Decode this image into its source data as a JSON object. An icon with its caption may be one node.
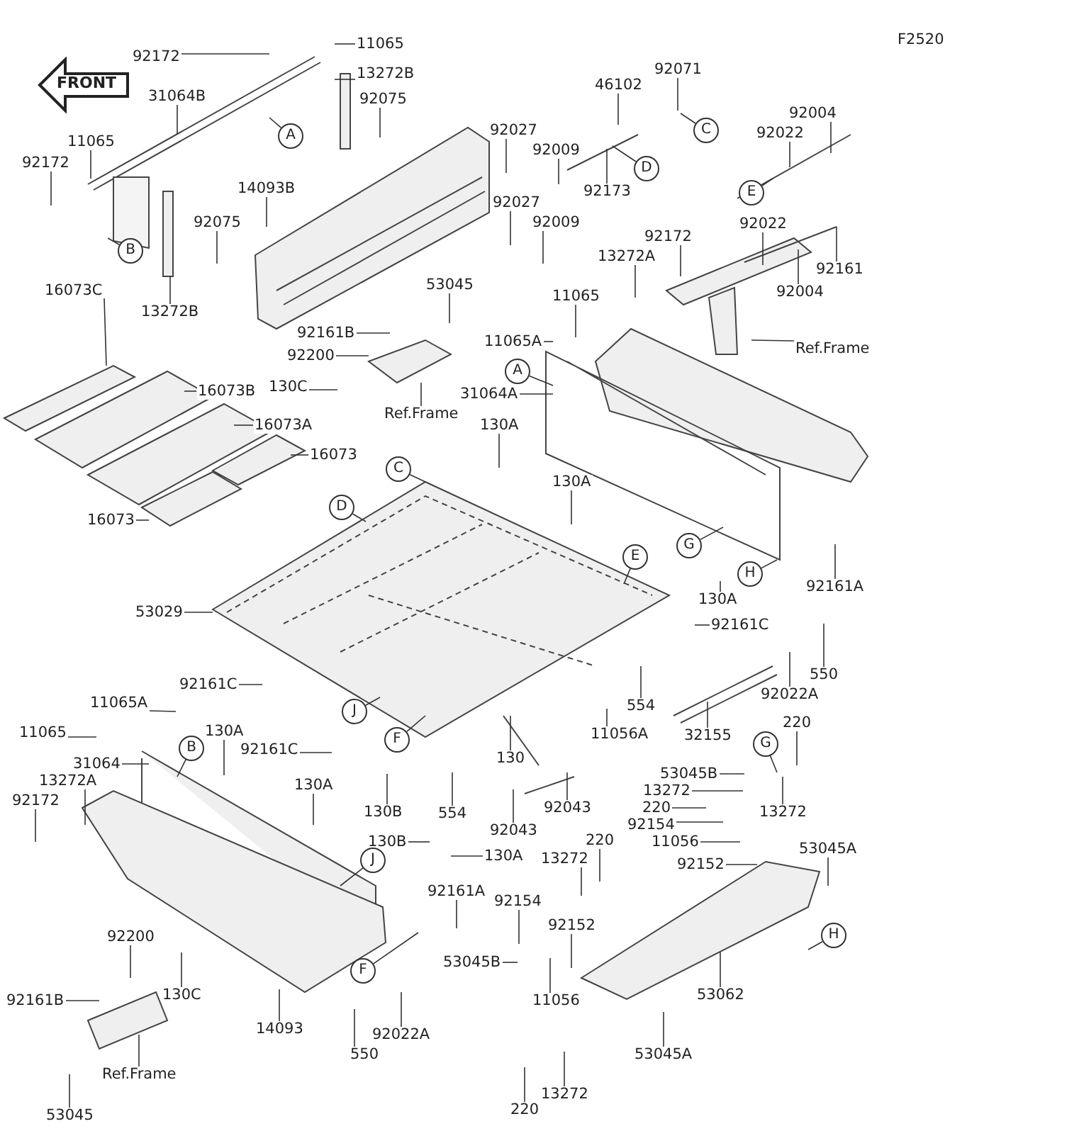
{
  "diagram": {
    "nodes": [
      {
        "text": [
          "92172"
        ]
      },
      {
        "text": [
          "11065"
        ]
      },
      {
        "text": [
          "13272B"
        ]
      },
      {
        "text": [
          "31064B"
        ]
      },
      {
        "text": [
          "92075"
        ]
      },
      {
        "text": [
          "A"
        ]
      },
      {
        "text": [
          "11065"
        ]
      },
      {
        "text": [
          "92172"
        ]
      },
      {
        "text": [
          "B"
        ]
      },
      {
        "text": [
          "92075"
        ]
      },
      {
        "text": [
          "13272B"
        ]
      },
      {
        "text": [
          "14093B"
        ]
      },
      {
        "text": [
          "92027"
        ]
      },
      {
        "text": [
          "92009"
        ]
      },
      {
        "text": [
          "92027"
        ]
      },
      {
        "text": [
          "92009"
        ]
      },
      {
        "text": [
          "46102"
        ]
      },
      {
        "text": [
          "92071"
        ]
      },
      {
        "text": [
          "C"
        ]
      },
      {
        "text": [
          "D"
        ]
      },
      {
        "text": [
          "92173"
        ]
      },
      {
        "text": [
          "92004"
        ]
      },
      {
        "text": [
          "92022"
        ]
      },
      {
        "text": [
          "E"
        ]
      },
      {
        "text": [
          "92022"
        ]
      },
      {
        "text": [
          "92161"
        ]
      },
      {
        "text": [
          "92004"
        ]
      },
      {
        "text": [
          "92172"
        ]
      },
      {
        "text": [
          "13272A"
        ]
      },
      {
        "text": [
          "11065"
        ]
      },
      {
        "text": [
          "Ref.Frame"
        ]
      },
      {
        "text": [
          "53045"
        ]
      },
      {
        "text": [
          "92161B"
        ]
      },
      {
        "text": [
          "92200"
        ]
      },
      {
        "text": [
          "130C"
        ]
      },
      {
        "text": [
          "Ref.Frame"
        ]
      },
      {
        "text": [
          "11065A"
        ]
      },
      {
        "text": [
          "A"
        ]
      },
      {
        "text": [
          "31064A"
        ]
      },
      {
        "text": [
          "130A"
        ]
      },
      {
        "text": [
          "130A"
        ]
      },
      {
        "text": [
          "G"
        ]
      },
      {
        "text": [
          "H"
        ]
      },
      {
        "text": [
          "E"
        ]
      },
      {
        "text": [
          "130A"
        ]
      },
      {
        "text": [
          "92161A"
        ]
      },
      {
        "text": [
          "92161C"
        ]
      },
      {
        "text": [
          "550"
        ]
      },
      {
        "text": [
          "92022A"
        ]
      },
      {
        "text": [
          "554"
        ]
      },
      {
        "text": [
          "32155"
        ]
      },
      {
        "text": [
          "16073C"
        ]
      },
      {
        "text": [
          "16073B"
        ]
      },
      {
        "text": [
          "16073A"
        ]
      },
      {
        "text": [
          "16073"
        ]
      },
      {
        "text": [
          "16073"
        ]
      },
      {
        "text": [
          "C"
        ]
      },
      {
        "text": [
          "D"
        ]
      },
      {
        "text": [
          "53029"
        ]
      },
      {
        "text": [
          "92161C"
        ]
      },
      {
        "text": [
          "J"
        ]
      },
      {
        "text": [
          "F"
        ]
      },
      {
        "text": [
          "11065A"
        ]
      },
      {
        "text": [
          "11065"
        ]
      },
      {
        "text": [
          "31064"
        ]
      },
      {
        "text": [
          "13272A"
        ]
      },
      {
        "text": [
          "92172"
        ]
      },
      {
        "text": [
          "B"
        ]
      },
      {
        "text": [
          "130A"
        ]
      },
      {
        "text": [
          "92161C"
        ]
      },
      {
        "text": [
          "130A"
        ]
      },
      {
        "text": [
          "130B"
        ]
      },
      {
        "text": [
          "554"
        ]
      },
      {
        "text": [
          "130"
        ]
      },
      {
        "text": [
          "11056A"
        ]
      },
      {
        "text": [
          "92043"
        ]
      },
      {
        "text": [
          "92043"
        ]
      },
      {
        "text": [
          "130B"
        ]
      },
      {
        "text": [
          "130A"
        ]
      },
      {
        "text": [
          "J"
        ]
      },
      {
        "text": [
          "92161A"
        ]
      },
      {
        "text": [
          "F"
        ]
      },
      {
        "text": [
          "92200"
        ]
      },
      {
        "text": [
          "130C"
        ]
      },
      {
        "text": [
          "92161B"
        ]
      },
      {
        "text": [
          "Ref.Frame"
        ]
      },
      {
        "text": [
          "53045"
        ]
      },
      {
        "text": [
          "14093"
        ]
      },
      {
        "text": [
          "550"
        ]
      },
      {
        "text": [
          "92022A"
        ]
      },
      {
        "text": [
          "G"
        ]
      },
      {
        "text": [
          "220"
        ]
      },
      {
        "text": [
          "53045B"
        ]
      },
      {
        "text": [
          "13272"
        ]
      },
      {
        "text": [
          "220"
        ]
      },
      {
        "text": [
          "13272"
        ]
      },
      {
        "text": [
          "92154"
        ]
      },
      {
        "text": [
          "11056"
        ]
      },
      {
        "text": [
          "92152"
        ]
      },
      {
        "text": [
          "53045A"
        ]
      },
      {
        "text": [
          "220"
        ]
      },
      {
        "text": [
          "13272"
        ]
      },
      {
        "text": [
          "92154"
        ]
      },
      {
        "text": [
          "92152"
        ]
      },
      {
        "text": [
          "53045B"
        ]
      },
      {
        "text": [
          "11056"
        ]
      },
      {
        "text": [
          "H"
        ]
      },
      {
        "text": [
          "53062"
        ]
      },
      {
        "text": [
          "53045A"
        ]
      },
      {
        "text": [
          "13272"
        ]
      },
      {
        "text": [
          "220"
        ]
      }
    ],
    "edges": [
      {
        "from": 0,
        "to": null,
        "arrow": "none"
      },
      {
        "from": 1,
        "to": null,
        "arrow": "none"
      },
      {
        "from": 2,
        "to": null,
        "arrow": "none"
      },
      {
        "from": 3,
        "to": null,
        "arrow": "none"
      },
      {
        "from": 4,
        "to": null,
        "arrow": "none"
      },
      {
        "from": 5,
        "to": null,
        "arrow": "none"
      },
      {
        "from": 6,
        "to": null,
        "arrow": "none"
      },
      {
        "from": 7,
        "to": null,
        "arrow": "none"
      },
      {
        "from": 8,
        "to": null,
        "arrow": "none"
      },
      {
        "from": 9,
        "to": null,
        "arrow": "none"
      },
      {
        "from": 10,
        "to": null,
        "arrow": "none"
      },
      {
        "from": 11,
        "to": null,
        "arrow": "none"
      },
      {
        "from": 12,
        "to": null,
        "arrow": "none"
      },
      {
        "from": 13,
        "to": null,
        "arrow": "none"
      },
      {
        "from": 14,
        "to": null,
        "arrow": "none"
      },
      {
        "from": 15,
        "to": null,
        "arrow": "none"
      },
      {
        "from": 16,
        "to": null,
        "arrow": "none"
      },
      {
        "from": 17,
        "to": null,
        "arrow": "none"
      },
      {
        "from": 18,
        "to": null,
        "arrow": "none"
      },
      {
        "from": 19,
        "to": null,
        "arrow": "none"
      },
      {
        "from": 20,
        "to": null,
        "arrow": "none"
      },
      {
        "from": 21,
        "to": null,
        "arrow": "none"
      },
      {
        "from": 22,
        "to": null,
        "arrow": "none"
      },
      {
        "from": 23,
        "to": null,
        "arrow": "none"
      },
      {
        "from": 24,
        "to": null,
        "arrow": "none"
      },
      {
        "from": 25,
        "to": null,
        "arrow": "none"
      },
      {
        "from": 26,
        "to": null,
        "arrow": "none"
      },
      {
        "from": 27,
        "to": null,
        "arrow": "none"
      },
      {
        "from": 28,
        "to": null,
        "arrow": "none"
      },
      {
        "from": 29,
        "to": null,
        "arrow": "none"
      },
      {
        "from": 30,
        "to": null,
        "arrow": "none"
      },
      {
        "from": 31,
        "to": null,
        "arrow": "none"
      },
      {
        "from": 32,
        "to": null,
        "arrow": "none"
      },
      {
        "from": 33,
        "to": null,
        "arrow": "none"
      },
      {
        "from": 34,
        "to": null,
        "arrow": "none"
      },
      {
        "from": 35,
        "to": null,
        "arrow": "none"
      },
      {
        "from": 36,
        "to": null,
        "arrow": "none"
      },
      {
        "from": 37,
        "to": null,
        "arrow": "none"
      },
      {
        "from": 38,
        "to": null,
        "arrow": "none"
      },
      {
        "from": 39,
        "to": null,
        "arrow": "none"
      },
      {
        "from": 40,
        "to": null,
        "arrow": "none"
      },
      {
        "from": 41,
        "to": null,
        "arrow": "none"
      },
      {
        "from": 42,
        "to": null,
        "arrow": "none"
      },
      {
        "from": 43,
        "to": null,
        "arrow": "none"
      },
      {
        "from": 44,
        "to": null,
        "arrow": "none"
      },
      {
        "from": 45,
        "to": null,
        "arrow": "none"
      },
      {
        "from": 46,
        "to": null,
        "arrow": "none"
      },
      {
        "from": 47,
        "to": null,
        "arrow": "none"
      },
      {
        "from": 48,
        "to": null,
        "arrow": "none"
      },
      {
        "from": 49,
        "to": null,
        "arrow": "none"
      },
      {
        "from": 50,
        "to": null,
        "arrow": "none"
      },
      {
        "from": 51,
        "to": null,
        "arrow": "none"
      },
      {
        "from": 52,
        "to": null,
        "arrow": "none"
      },
      {
        "from": 53,
        "to": null,
        "arrow": "none"
      },
      {
        "from": 54,
        "to": null,
        "arrow": "none"
      },
      {
        "from": 55,
        "to": null,
        "arrow": "none"
      },
      {
        "from": 56,
        "to": null,
        "arrow": "none"
      },
      {
        "from": 57,
        "to": null,
        "arrow": "none"
      },
      {
        "from": 58,
        "to": null,
        "arrow": "none"
      },
      {
        "from": 59,
        "to": null,
        "arrow": "none"
      },
      {
        "from": 60,
        "to": null,
        "arrow": "none"
      },
      {
        "from": 61,
        "to": null,
        "arrow": "none"
      },
      {
        "from": 62,
        "to": null,
        "arrow": "none"
      },
      {
        "from": 63,
        "to": null,
        "arrow": "none"
      },
      {
        "from": 64,
        "to": null,
        "arrow": "none"
      },
      {
        "from": 65,
        "to": null,
        "arrow": "none"
      },
      {
        "from": 66,
        "to": null,
        "arrow": "none"
      },
      {
        "from": 67,
        "to": null,
        "arrow": "none"
      },
      {
        "from": 68,
        "to": null,
        "arrow": "none"
      },
      {
        "from": 69,
        "to": null,
        "arrow": "none"
      },
      {
        "from": 70,
        "to": null,
        "arrow": "none"
      },
      {
        "from": 71,
        "to": null,
        "arrow": "none"
      },
      {
        "from": 72,
        "to": null,
        "arrow": "none"
      },
      {
        "from": 73,
        "to": null,
        "arrow": "none"
      },
      {
        "from": 74,
        "to": null,
        "arrow": "none"
      },
      {
        "from": 75,
        "to": null,
        "arrow": "none"
      },
      {
        "from": 76,
        "to": null,
        "arrow": "none"
      },
      {
        "from": 77,
        "to": null,
        "arrow": "none"
      },
      {
        "from": 78,
        "to": null,
        "arrow": "none"
      },
      {
        "from": 79,
        "to": null,
        "arrow": "none"
      },
      {
        "from": 80,
        "to": null,
        "arrow": "none"
      },
      {
        "from": 81,
        "to": null,
        "arrow": "none"
      },
      {
        "from": 82,
        "to": null,
        "arrow": "none"
      },
      {
        "from": 83,
        "to": null,
        "arrow": "none"
      },
      {
        "from": 84,
        "to": null,
        "arrow": "none"
      },
      {
        "from": 85,
        "to": null,
        "arrow": "none"
      },
      {
        "from": 86,
        "to": null,
        "arrow": "none"
      },
      {
        "from": 87,
        "to": null,
        "arrow": "none"
      },
      {
        "from": 88,
        "to": null,
        "arrow": "none"
      },
      {
        "from": 89,
        "to": null,
        "arrow": "none"
      },
      {
        "from": 90,
        "to": null,
        "arrow": "none"
      },
      {
        "from": 91,
        "to": null,
        "arrow": "none"
      },
      {
        "from": 92,
        "to": null,
        "arrow": "none"
      },
      {
        "from": 93,
        "to": null,
        "arrow": "none"
      },
      {
        "from": 94,
        "to": null,
        "arrow": "none"
      },
      {
        "from": 95,
        "to": null,
        "arrow": "none"
      },
      {
        "from": 96,
        "to": null,
        "arrow": "none"
      },
      {
        "from": 97,
        "to": null,
        "arrow": "none"
      },
      {
        "from": 98,
        "to": null,
        "arrow": "none"
      },
      {
        "from": 99,
        "to": null,
        "arrow": "none"
      },
      {
        "from": 100,
        "to": null,
        "arrow": "none"
      },
      {
        "from": 101,
        "to": null,
        "arrow": "none"
      },
      {
        "from": 102,
        "to": null,
        "arrow": "none"
      },
      {
        "from": 103,
        "to": null,
        "arrow": "none"
      },
      {
        "from": 104,
        "to": null,
        "arrow": "none"
      },
      {
        "from": 105,
        "to": null,
        "arrow": "none"
      },
      {
        "from": 106,
        "to": null,
        "arrow": "none"
      },
      {
        "from": 107,
        "to": null,
        "arrow": "none"
      },
      {
        "from": 108,
        "to": null,
        "arrow": "none"
      },
      {
        "from": 109,
        "to": null,
        "arrow": "none"
      },
      {
        "from": 110,
        "to": null,
        "arrow": "none"
      }
    ],
    "labels": [
      "F2520",
      "FRONT"
    ]
  }
}
